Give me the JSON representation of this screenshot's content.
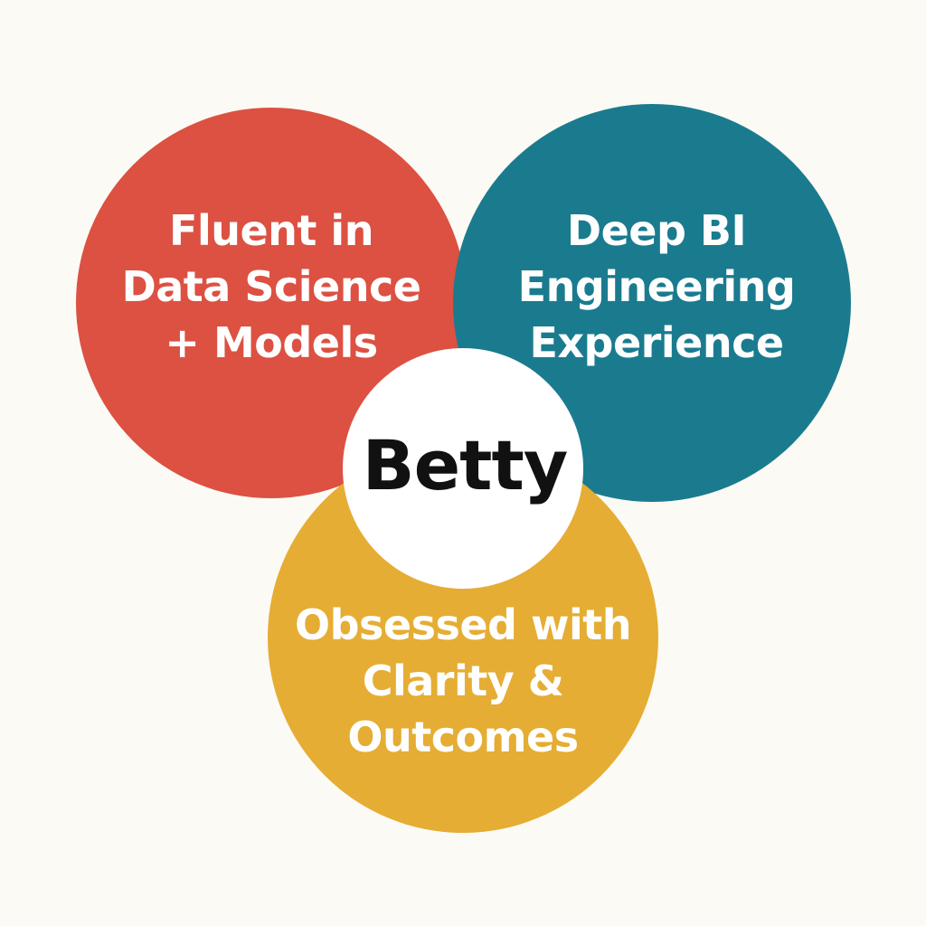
{
  "background_color": "#fcfaf4",
  "circles": [
    {
      "id": "data-science",
      "color": "#dc5142",
      "lines": [
        "Fluent in",
        "Data Science",
        "+ Models"
      ]
    },
    {
      "id": "bi-engineering",
      "color": "#1a7b8f",
      "lines": [
        "Deep BI",
        "Engineering",
        "Experience"
      ]
    },
    {
      "id": "clarity",
      "color": "#e5ad33",
      "lines": [
        "Obsessed with",
        "Clarity &",
        "Outcomes"
      ]
    }
  ],
  "center": {
    "label": "Betty",
    "color": "#ffffff",
    "text_color": "#111111"
  }
}
